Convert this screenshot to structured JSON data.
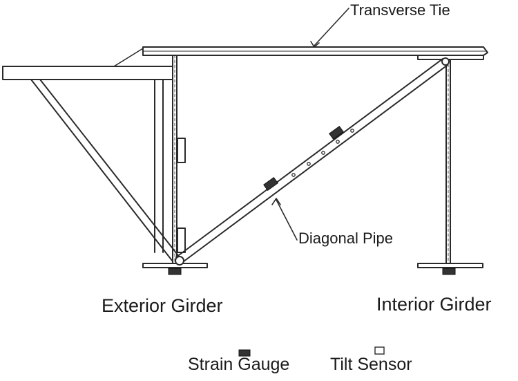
{
  "labels": {
    "transverse_tie": "Transverse Tie",
    "diagonal_pipe": "Diagonal Pipe",
    "exterior_girder": "Exterior Girder",
    "interior_girder": "Interior Girder"
  },
  "legend": {
    "strain_gauge": "Strain Gauge",
    "tilt_sensor": "Tilt Sensor"
  },
  "colors": {
    "line": "#2a2a2a",
    "gauge": "#333333",
    "background": "#ffffff"
  }
}
